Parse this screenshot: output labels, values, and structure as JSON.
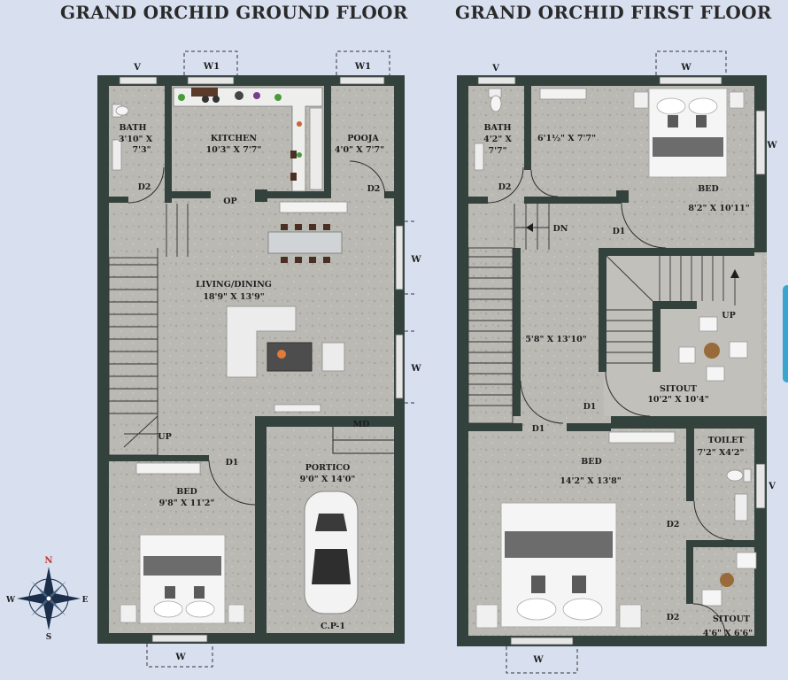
{
  "titles": {
    "ground": "GRAND ORCHID GROUND FLOOR",
    "first": "GRAND ORCHID  FIRST FLOOR"
  },
  "ground": {
    "bath_name": "BATH",
    "bath_dim1": "3'10\" X",
    "bath_dim2": "7'3\"",
    "kitchen_name": "KITCHEN",
    "kitchen_dim": "10'3\" X 7'7\"",
    "pooja_name": "POOJA",
    "pooja_dim": "4'0\" X 7'7\"",
    "living_name": "LIVING/DINING",
    "living_dim": "18'9\" X 13'9\"",
    "bed_name": "BED",
    "bed_dim": "9'8\" X 11'2\"",
    "portico_name": "PORTICO",
    "portico_dim": "9'0\" X 14'0\"",
    "cp": "C.P-1",
    "op": "OP",
    "md": "MD",
    "up": "UP",
    "d2a": "D2",
    "d2b": "D2",
    "d1": "D1",
    "v": "V",
    "w1a": "W1",
    "w1b": "W1",
    "w_right1": "W",
    "w_right2": "W",
    "w_bottom": "W"
  },
  "first": {
    "bath_name": "BATH",
    "bath_dim1": "4'2\" X",
    "bath_dim2": "7'7\"",
    "dress_dim": "6'1½\" X  7'7\"",
    "bed1_name": "BED",
    "bed1_dim": "8'2\" X 10'11\"",
    "stair_dim": "5'8\" X 13'10\"",
    "sitout_name": "SITOUT",
    "sitout_dim": "10'2\" X 10'4\"",
    "bed2_name": "BED",
    "bed2_dim": "14'2\" X 13'8\"",
    "toilet_name": "TOILET",
    "toilet_dim": "7'2\"  X4'2\"",
    "sitout2_name": "SITOUT",
    "sitout2_dim": "4'6\" X  6'6\"",
    "dn": "DN",
    "up": "UP",
    "d2a": "D2",
    "d2b": "D2",
    "d2c": "D2",
    "d1a": "D1",
    "d1b": "D1",
    "d1c": "D1",
    "v1": "V",
    "v2": "V",
    "w_top": "W",
    "w_right": "W",
    "w_bottom": "W"
  },
  "compass": {
    "n": "N",
    "s": "S",
    "e": "E",
    "w": "W"
  },
  "colors": {
    "wall": "#33423d",
    "floor": "#b9b7b1",
    "background": "#d8e0f0",
    "accent": "#3aa6d0"
  }
}
